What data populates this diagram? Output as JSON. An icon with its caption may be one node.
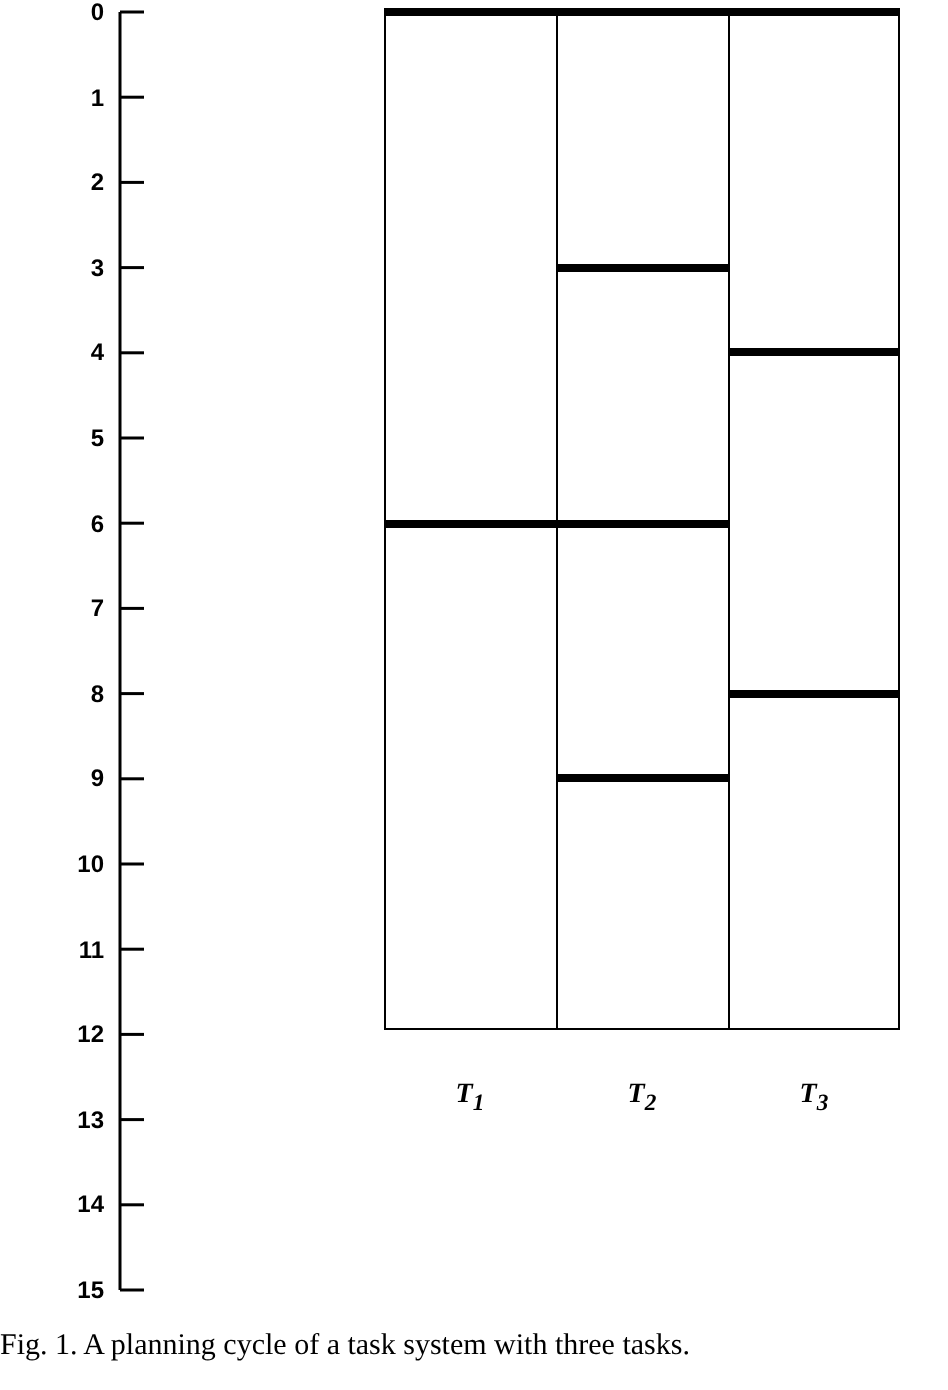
{
  "diagram": {
    "caption": "Fig. 1. A planning cycle of a task system with three tasks.",
    "nodes": [
      {
        "text": [
          "T$_{1}$"
        ]
      },
      {
        "text": [
          "T$_{2}$"
        ]
      },
      {
        "text": [
          "T$_{3}$"
        ]
      },
      {
        "text": [],
        "shape": "box",
        "in": 0
      },
      {
        "text": [],
        "shape": "box",
        "in": 0
      },
      {
        "text": [],
        "shape": "box",
        "in": 1
      },
      {
        "text": [],
        "shape": "box",
        "in": 1
      },
      {
        "text": [],
        "shape": "box",
        "in": 1
      },
      {
        "text": [],
        "shape": "box",
        "in": 1
      },
      {
        "text": [],
        "shape": "box",
        "in": 2
      },
      {
        "text": [],
        "shape": "box",
        "in": 2
      },
      {
        "text": [],
        "shape": "box",
        "in": 2
      }
    ],
    "labels": [
      "0",
      "1",
      "2",
      "3",
      "4",
      "5",
      "6",
      "7",
      "8",
      "9",
      "10",
      "11",
      "12",
      "13",
      "14",
      "15"
    ]
  }
}
